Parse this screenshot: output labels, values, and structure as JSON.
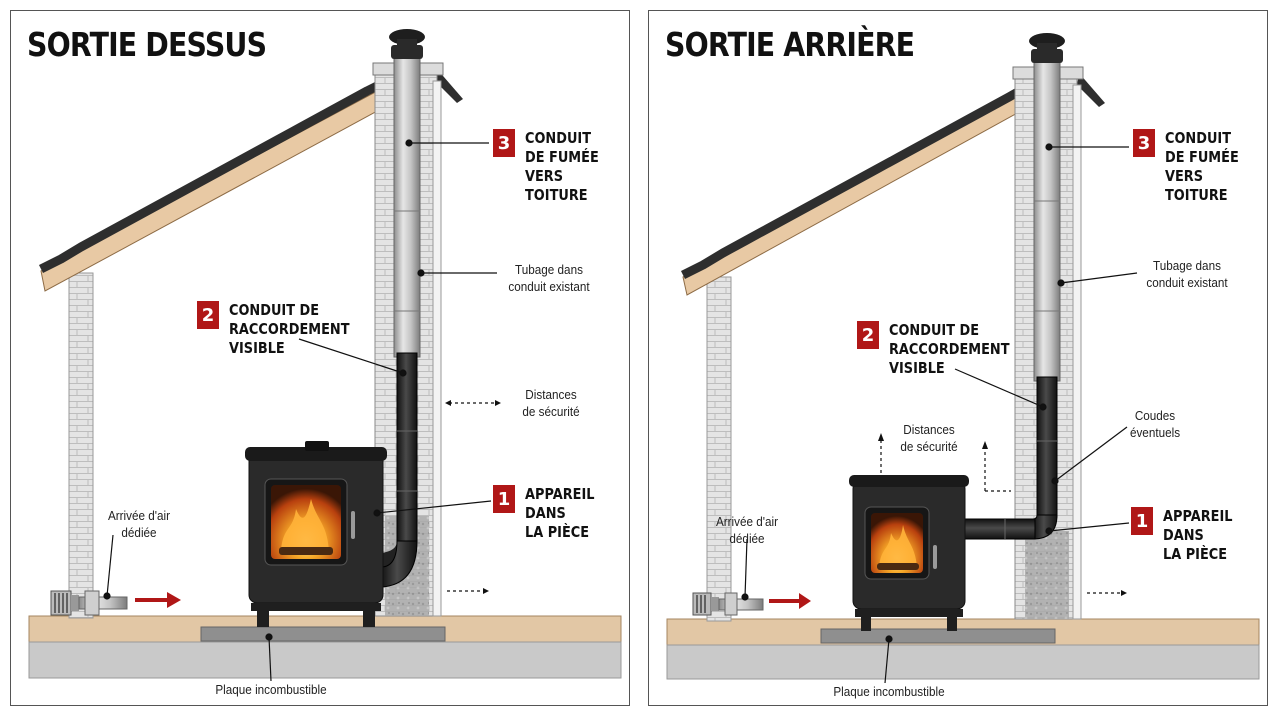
{
  "panels": [
    {
      "title": "SORTIE DESSUS",
      "callouts": [
        {
          "number": "3",
          "lines": [
            "CONDUIT",
            "DE FUMÉE",
            "VERS",
            "TOITURE"
          ]
        },
        {
          "number": "2",
          "lines": [
            "CONDUIT DE",
            "RACCORDEMENT",
            "VISIBLE"
          ]
        },
        {
          "number": "1",
          "lines": [
            "APPAREIL",
            "DANS",
            "LA PIÈCE"
          ]
        }
      ],
      "notes": {
        "tubage": [
          "Tubage dans",
          "conduit existant"
        ],
        "distances": [
          "Distances",
          "de sécurité"
        ],
        "air": [
          "Arrivée d'air",
          "dédiée"
        ],
        "plaque": [
          "Plaque incombustible"
        ]
      }
    },
    {
      "title": "SORTIE ARRIÈRE",
      "callouts": [
        {
          "number": "3",
          "lines": [
            "CONDUIT",
            "DE FUMÉE",
            "VERS",
            "TOITURE"
          ]
        },
        {
          "number": "2",
          "lines": [
            "CONDUIT DE",
            "RACCORDEMENT",
            "VISIBLE"
          ]
        },
        {
          "number": "1",
          "lines": [
            "APPAREIL",
            "DANS",
            "LA PIÈCE"
          ]
        }
      ],
      "notes": {
        "tubage": [
          "Tubage dans",
          "conduit existant"
        ],
        "distances": [
          "Distances",
          "de sécurité"
        ],
        "coudes": [
          "Coudes",
          "éventuels"
        ],
        "air": [
          "Arrivée d'air",
          "dédiée"
        ],
        "plaque": [
          "Plaque incombustible"
        ]
      }
    }
  ],
  "colors": {
    "accent": "#b01717",
    "roof_board": "#e8c9a4",
    "roof_tile": "#2e2e2e",
    "floor": "#e2c7a5",
    "stove": "#2a2a2a",
    "pipe_steel": "#b9b9b9",
    "fire": "#f08a1c"
  },
  "icons": [
    "flame-icon",
    "arrow-right-icon",
    "air-vent-icon"
  ]
}
